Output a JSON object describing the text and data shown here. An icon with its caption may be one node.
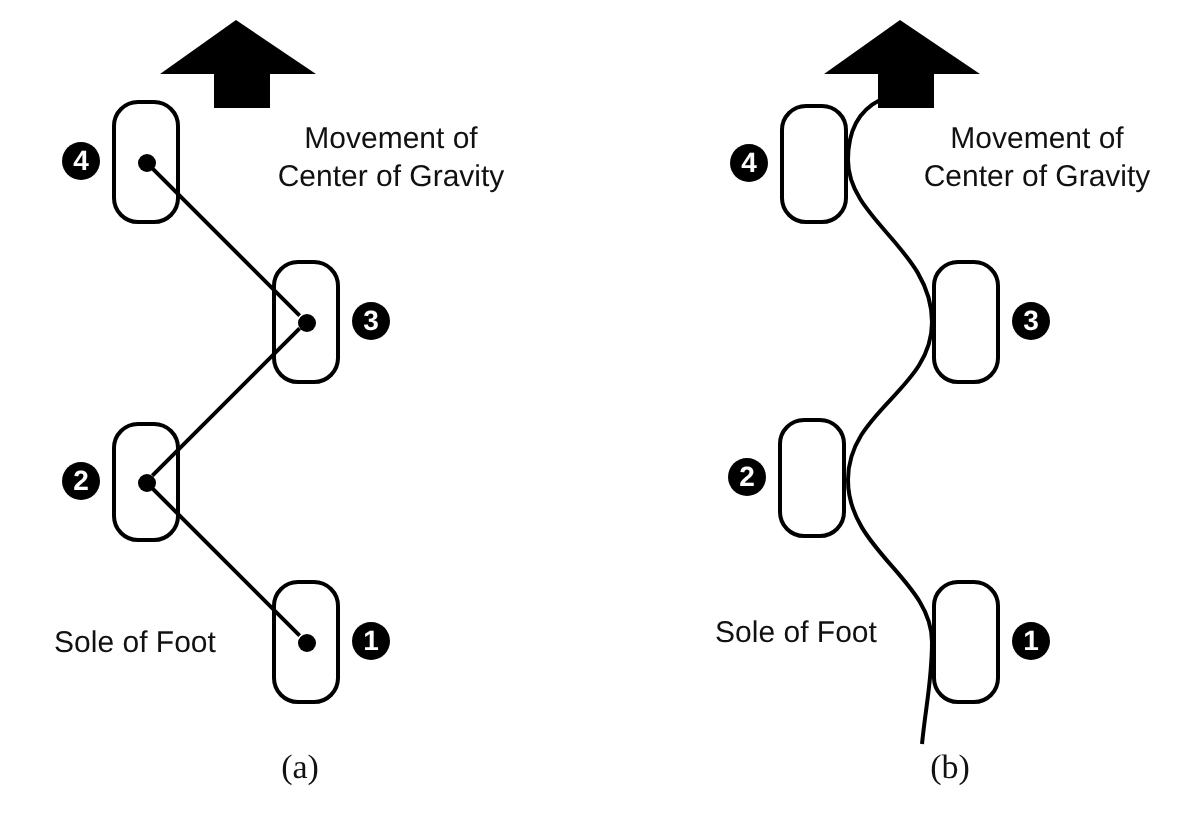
{
  "diagram": {
    "nodes": [
      {
        "text": [],
        "shape": "box",
        "beside": [
          "4"
        ]
      },
      {
        "text": [],
        "shape": "circle",
        "in": 0
      },
      {
        "text": [],
        "shape": "box",
        "beside": [
          "3"
        ]
      },
      {
        "text": [],
        "shape": "circle",
        "in": 2
      },
      {
        "text": [],
        "shape": "box",
        "beside": [
          "2"
        ]
      },
      {
        "text": [],
        "shape": "circle",
        "in": 4
      },
      {
        "text": [],
        "shape": "box",
        "beside": [
          "1"
        ]
      },
      {
        "text": [],
        "shape": "circle",
        "in": 6
      },
      {
        "text": [],
        "shape": "box",
        "beside": [
          "4"
        ]
      },
      {
        "text": [],
        "shape": "box",
        "beside": [
          "3"
        ]
      },
      {
        "text": [],
        "shape": "box",
        "beside": [
          "2"
        ]
      },
      {
        "text": [],
        "shape": "box",
        "beside": [
          "1"
        ]
      }
    ],
    "edges": [
      {
        "from": 7,
        "to": 5,
        "arrow": "none"
      },
      {
        "from": 5,
        "to": 3,
        "arrow": "none"
      },
      {
        "from": 3,
        "to": 1,
        "arrow": "none"
      }
    ],
    "labels": [
      "Movement of Center of Gravity",
      "Sole of Foot",
      "(a)",
      "Movement of Center of Gravity",
      "Sole of Foot",
      "(b)"
    ]
  }
}
